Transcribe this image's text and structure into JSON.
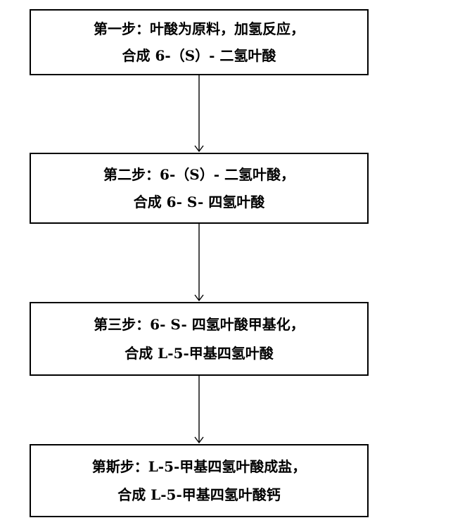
{
  "canvas": {
    "background_color": "#ffffff",
    "line_color": "#000000",
    "text_color": "#000000"
  },
  "diagram": {
    "type": "flowchart",
    "direction": "top-down",
    "steps": [
      {
        "line1": "第一步：叶酸为原料，加氢反应，",
        "line2": "合成 6-（S）- 二氢叶酸"
      },
      {
        "line1": "第二步：6-（S）- 二氢叶酸，",
        "line2": "合成 6- S- 四氢叶酸"
      },
      {
        "line1": "第三步：6- S- 四氢叶酸甲基化，",
        "line2": "合成 L-5-甲基四氢叶酸"
      },
      {
        "line1": "第斯步：L-5-甲基四氢叶酸成盐，",
        "line2": "合成 L-5-甲基四氢叶酸钙"
      }
    ],
    "connectors": [
      {
        "from_step": 1,
        "to_step": 2,
        "style": "open-v-arrow-down"
      },
      {
        "from_step": 2,
        "to_step": 3,
        "style": "open-v-arrow-down"
      },
      {
        "from_step": 3,
        "to_step": 4,
        "style": "open-v-arrow-down"
      }
    ]
  }
}
